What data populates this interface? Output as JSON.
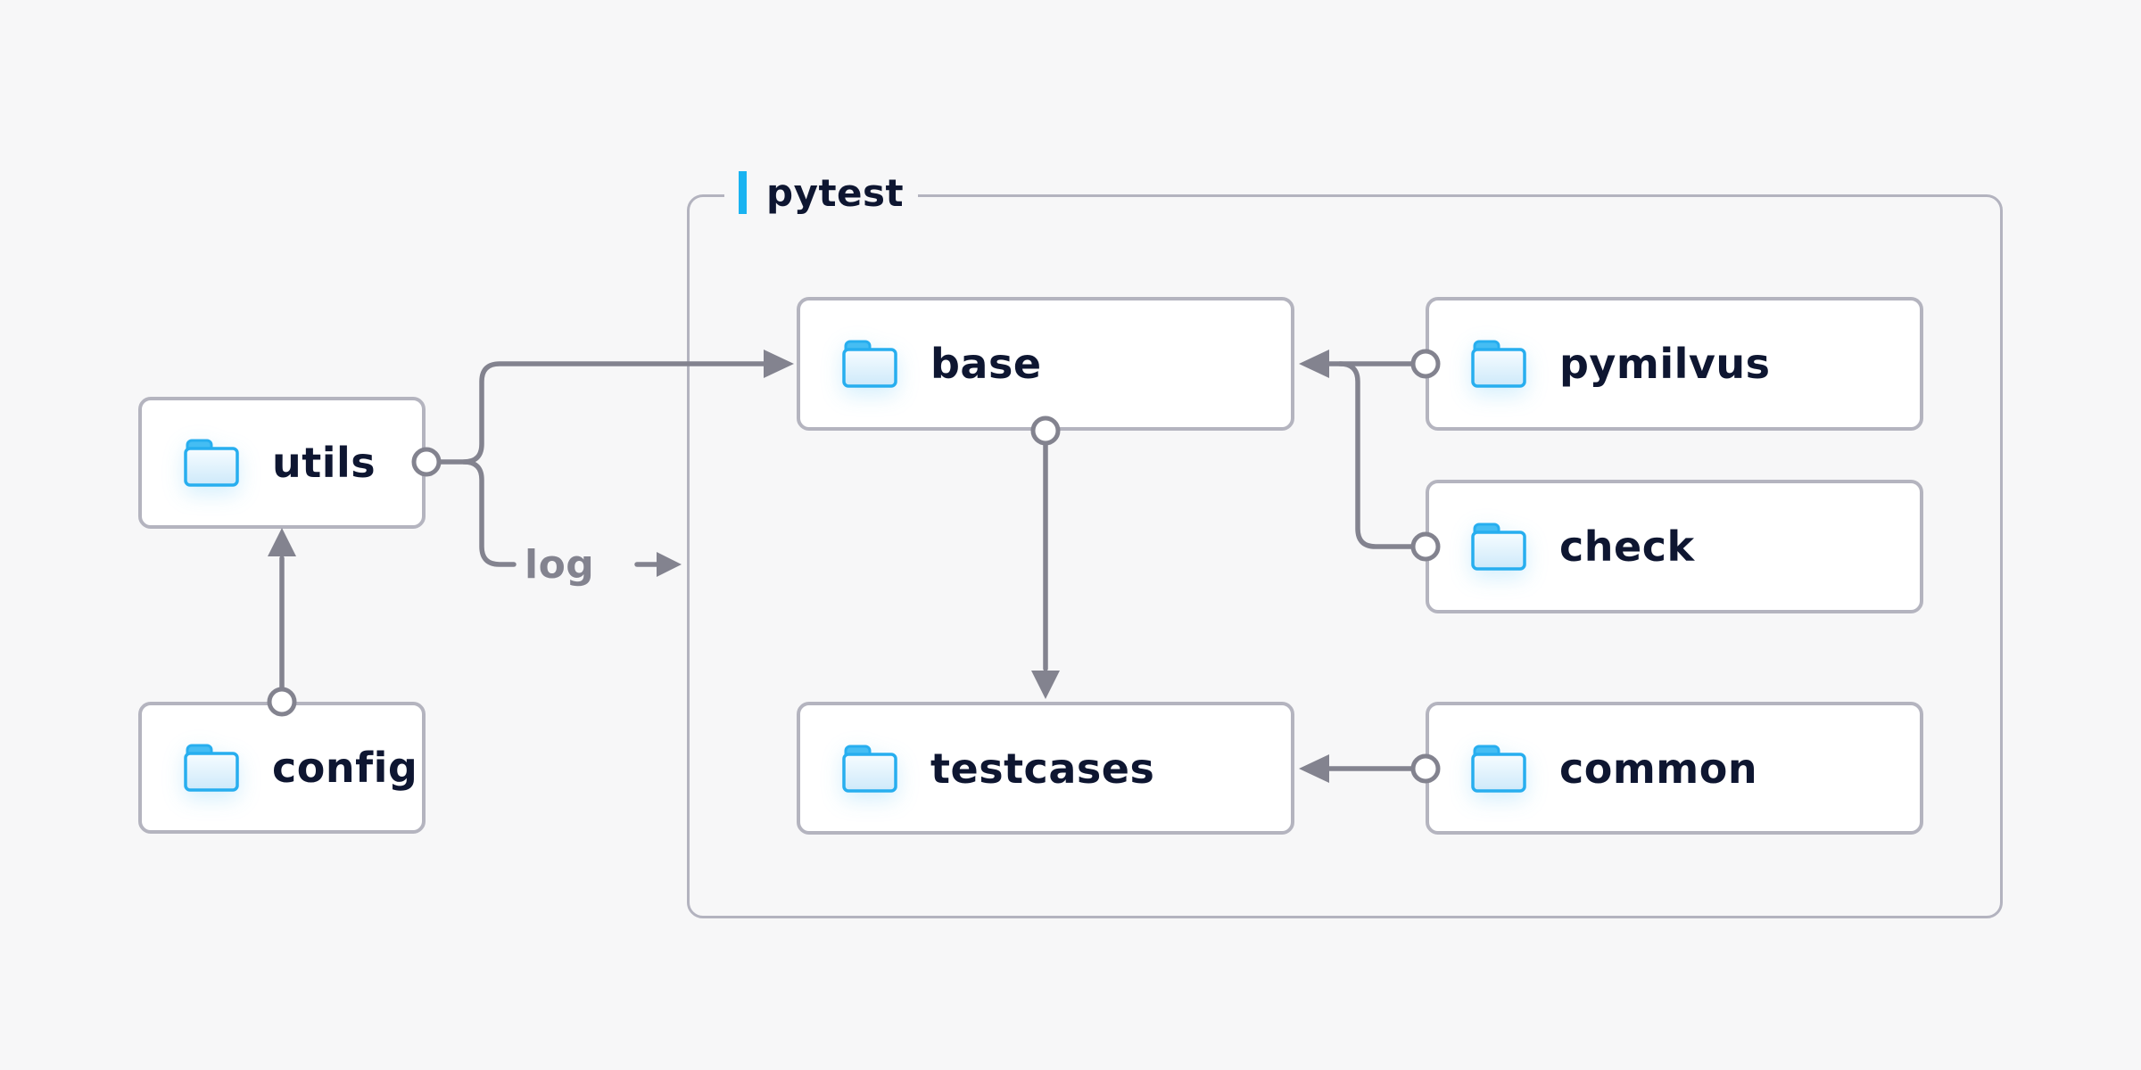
{
  "diagram": {
    "container": {
      "label": "pytest"
    },
    "nodes": {
      "utils": {
        "label": "utils",
        "icon": "folder-icon"
      },
      "config": {
        "label": "config",
        "icon": "folder-icon"
      },
      "base": {
        "label": "base",
        "icon": "folder-icon"
      },
      "pymilvus": {
        "label": "pymilvus",
        "icon": "folder-icon"
      },
      "check": {
        "label": "check",
        "icon": "folder-icon"
      },
      "testcases": {
        "label": "testcases",
        "icon": "folder-icon"
      },
      "common": {
        "label": "common",
        "icon": "folder-icon"
      }
    },
    "edge_labels": {
      "log": "log"
    },
    "edges": [
      {
        "from": "config",
        "to": "utils"
      },
      {
        "from": "utils",
        "to": "base"
      },
      {
        "from": "utils",
        "to": "log"
      },
      {
        "from": "pymilvus",
        "to": "base"
      },
      {
        "from": "check",
        "to": "base"
      },
      {
        "from": "base",
        "to": "testcases"
      },
      {
        "from": "common",
        "to": "testcases"
      }
    ],
    "colors": {
      "background": "#f7f7f8",
      "node_fill": "#ffffff",
      "node_border": "#b4b4bf",
      "connector_gray": "#83838f",
      "label_text": "#0e1631",
      "accent_blue": "#19b3f1",
      "folder_blue": "#27aeef"
    }
  }
}
